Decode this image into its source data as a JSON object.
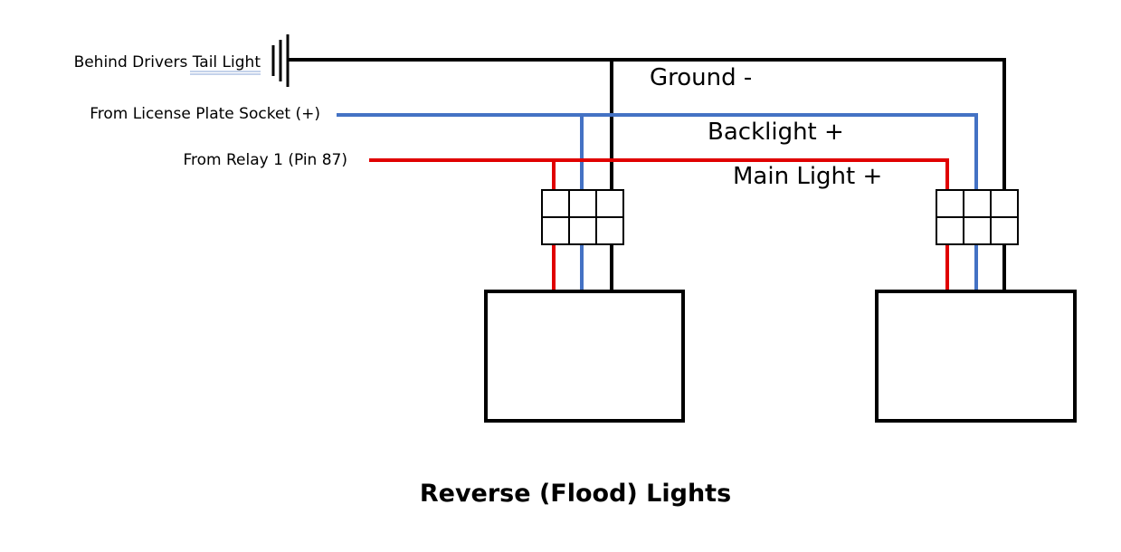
{
  "sources": {
    "ground": "Behind Drivers Tail Light",
    "license": "From License Plate Socket (+)",
    "relay": "From Relay 1 (Pin 87)"
  },
  "wires": {
    "ground": {
      "label": "Ground -",
      "color": "#000000"
    },
    "backlight": {
      "label": "Backlight +",
      "color": "#4472c4"
    },
    "main": {
      "label": "Main Light +",
      "color": "#e00000"
    }
  },
  "title": "Reverse (Flood) Lights"
}
